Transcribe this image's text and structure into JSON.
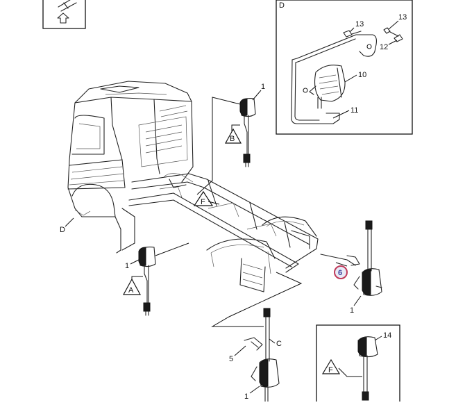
{
  "labels": {
    "detail_d_box": "D",
    "detail_d_cab": "D",
    "part_13a": "13",
    "part_13b": "13",
    "part_12": "12",
    "part_10": "10",
    "part_11": "11",
    "part_1_top": "1",
    "view_b": "B",
    "view_f_chassis": "F",
    "part_1_left": "1",
    "view_a": "A",
    "part_6_highlight": "6",
    "part_1_right": "1",
    "part_c": "C",
    "part_5": "5",
    "part_1_bottom": "1",
    "part_14": "14",
    "view_f_box": "F"
  },
  "colors": {
    "highlight_ring": "#c03a5a",
    "highlight_fill": "#e8eaf6",
    "highlight_text": "#3a3f9a"
  }
}
